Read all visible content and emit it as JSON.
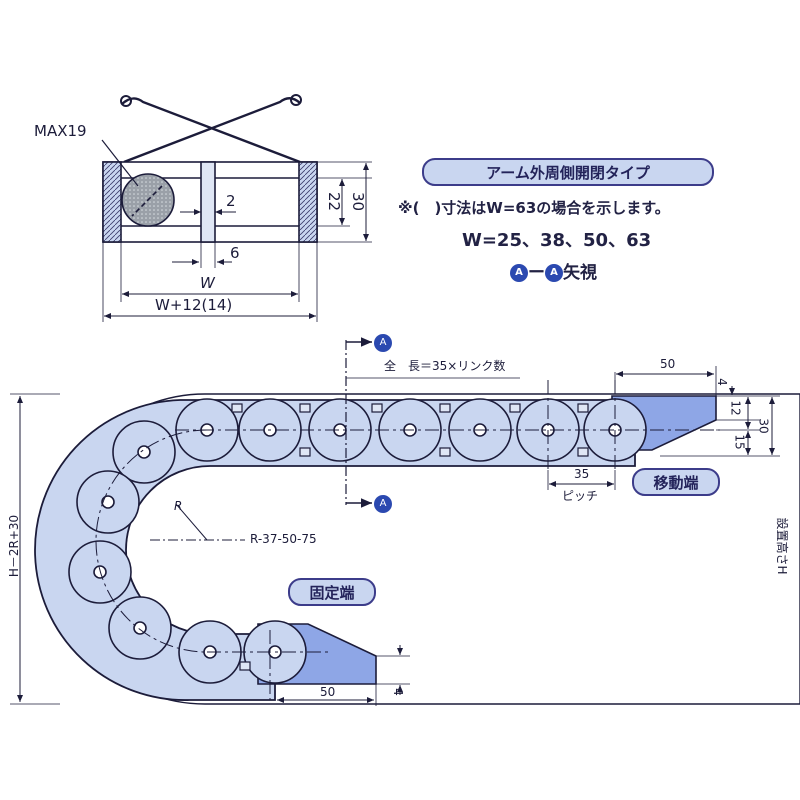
{
  "cross_section": {
    "max_label": "MAX19",
    "dim_2": "2",
    "dim_6": "6",
    "dim_w": "W",
    "dim_w_total": "W+12(14)",
    "dim_22": "22",
    "dim_30": "30"
  },
  "title_badge": "アーム外周側開閉タイプ",
  "note_line": "※(　)寸法はW=63の場合を示します。",
  "widths_line": "W=25、38、50、63",
  "view_arrow": {
    "marker": "A",
    "dash": "ー",
    "label": "矢視"
  },
  "main_view": {
    "total_length": "全　長＝35×リンク数",
    "dim_50_top": "50",
    "dim_4_top": "4",
    "dim_12": "12",
    "dim_15": "15",
    "dim_30_right": "30",
    "dim_35": "35",
    "pitch": "ピッチ",
    "moving_end": "移動端",
    "fixed_end": "固定端",
    "radius_marker": "R",
    "radius_values": "R-37-50-75",
    "height_formula": "H－2R+30",
    "install_height": "設置高さH",
    "dim_50_bottom": "50",
    "dim_4_bottom": "4",
    "section_marker": "A"
  },
  "colors": {
    "line": "#1c1c3a",
    "link_fill": "#c9d6f0",
    "end_fill": "#8ea6e6",
    "badge_fill": "#c9d6f0",
    "marker_blue": "#2b49b0"
  }
}
